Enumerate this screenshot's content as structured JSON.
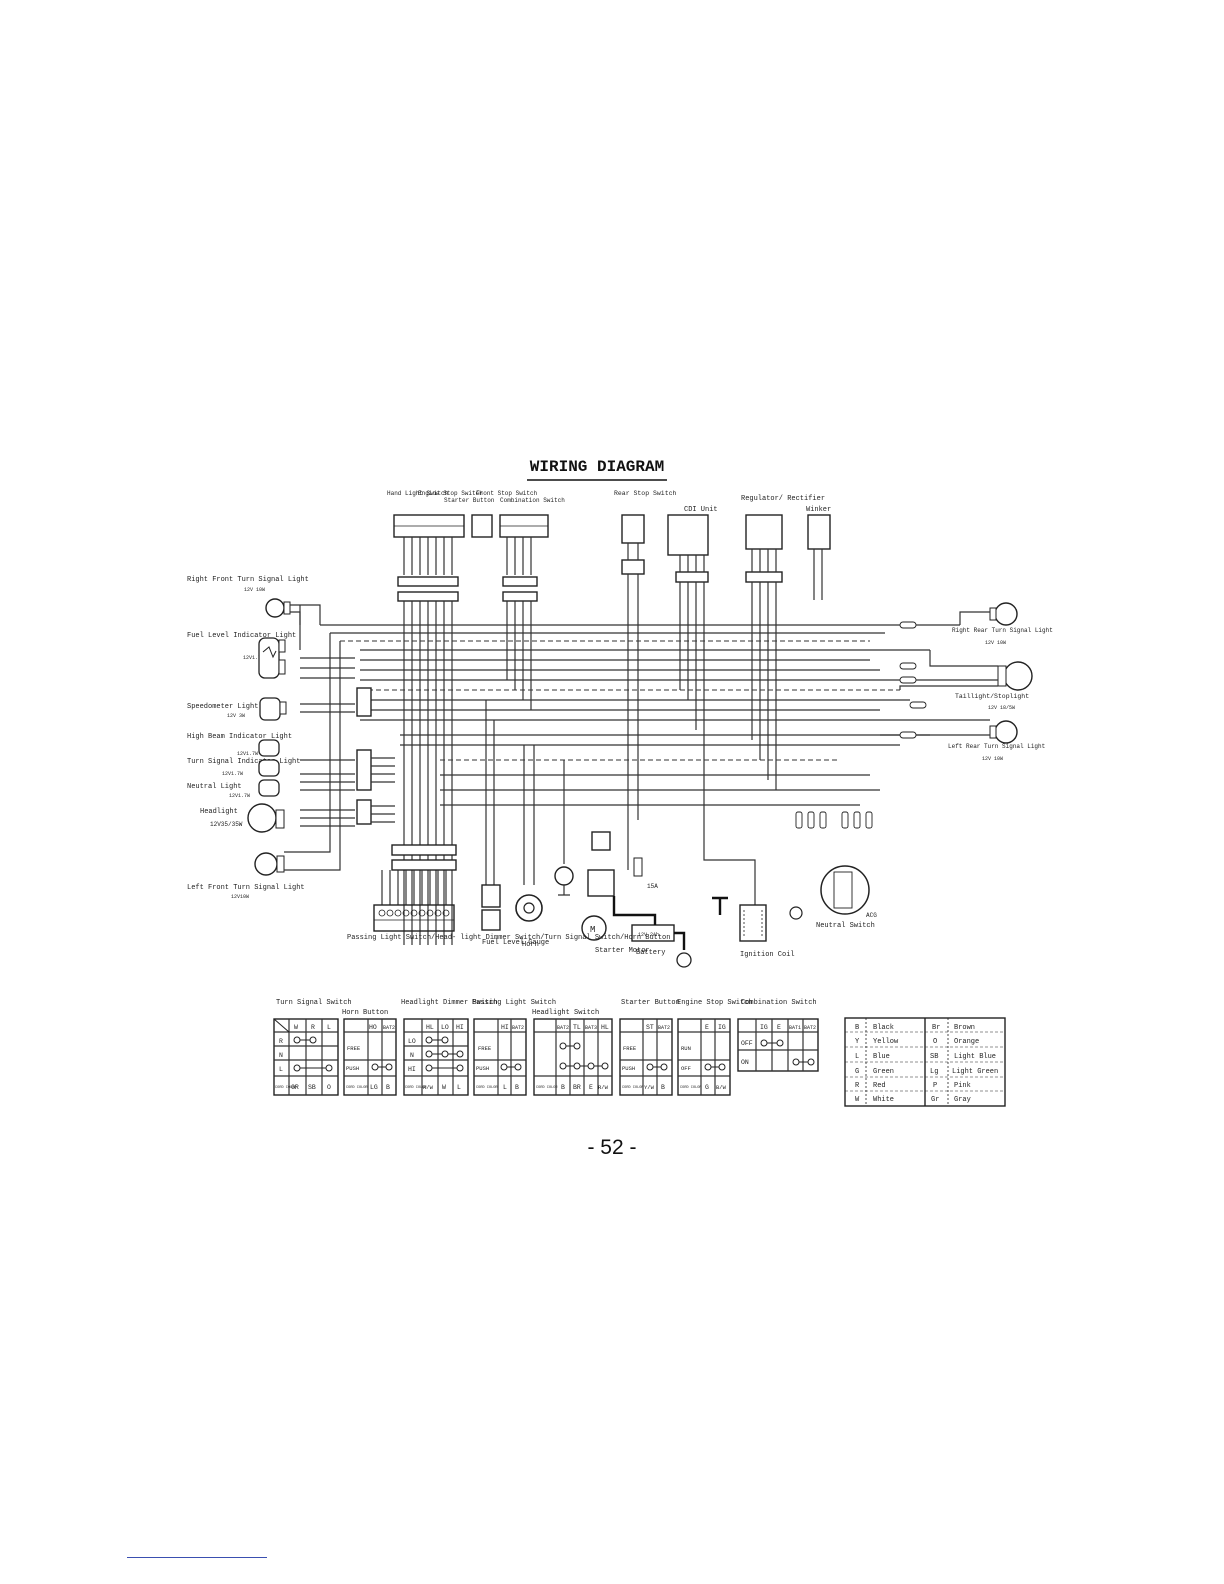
{
  "title": "WIRING DIAGRAM",
  "page_number": "- 52 -",
  "components": {
    "hand_light_switch": "Hand Light Switch",
    "engine_stop_switch": "Engine Stop Switch",
    "starter_button": "Starter Button",
    "front_stop_switch": "Front Stop Switch",
    "combination_switch": "Combination Switch",
    "rear_stop_switch": "Rear Stop Switch",
    "cdi_unit": "CDI Unit",
    "regulator_rectifier": "Regulator/ Rectifier",
    "winker": "Winker",
    "right_front_turn": "Right Front Turn Signal Light",
    "right_front_turn_rating": "12V 10W",
    "fuel_level_indicator": "Fuel Level Indicator Light",
    "fuel_level_indicator_rating": "12V1.7W",
    "speedometer_light": "Speedometer Light",
    "speedometer_light_rating": "12V 3W",
    "high_beam_indicator": "High Beam Indicator Light",
    "high_beam_indicator_rating": "12V1.7W",
    "turn_signal_indicator": "Turn Signal Indicator Light",
    "turn_signal_indicator_rating": "12V1.7W",
    "neutral_light": "Neutral Light",
    "neutral_light_rating": "12V1.7W",
    "headlight": "Headlight",
    "headlight_rating": "12V35/35W",
    "left_front_turn": "Left Front Turn Signal Light",
    "left_front_turn_rating": "12V10W",
    "right_rear_turn": "Right Rear Turn Signal Light",
    "right_rear_turn_rating": "12V 10W",
    "tail_stop_light": "Taillight/Stoplight",
    "tail_stop_light_rating": "12V 18/5W",
    "left_rear_turn": "Left Rear Turn Signal Light",
    "left_rear_turn_rating": "12V 10W",
    "passing_switch_group": "Passing Light Switch/Head- light Dimmer Switch/Turn Signal Switch/Horn Button",
    "fuel_level_gauge": "Fuel Level Gauge",
    "horn": "Horn",
    "starter_motor": "Starter Motor",
    "battery": "Battery",
    "battery_rating": "12V 2Ah",
    "fuse": "15A",
    "ignition_coil": "Ignition Coil",
    "neutral_switch": "Neutral Switch",
    "acg": "ACG",
    "motor_symbol": "M"
  },
  "switch_tables": {
    "turn_signal": {
      "title": "Turn Signal Switch",
      "cols": [
        "W",
        "R",
        "L"
      ],
      "rows": [
        "R",
        "N",
        "L"
      ],
      "color_label": "CORD COLOR",
      "colors": [
        "GR",
        "SB",
        "O"
      ]
    },
    "horn_button": {
      "title": "Horn Button",
      "cols": [
        "HO",
        "BAT2"
      ],
      "rows": [
        "FREE",
        "PUSH"
      ],
      "color_label": "CORD COLOR",
      "colors": [
        "LG",
        "B"
      ]
    },
    "headlight_dimmer": {
      "title": "Headlight Dimmer Switch",
      "cols": [
        "HL",
        "LO",
        "HI"
      ],
      "rows": [
        "LO",
        "N",
        "HI"
      ],
      "color_label": "CORD COLOR",
      "colors": [
        "R/W",
        "W",
        "L"
      ]
    },
    "passing_light": {
      "title": "Passing Light Switch",
      "cols": [
        "HI",
        "BAT2"
      ],
      "rows": [
        "FREE",
        "PUSH"
      ],
      "color_label": "CORD COLOR",
      "colors": [
        "L",
        "B"
      ]
    },
    "headlight_switch": {
      "title": "Headlight Switch",
      "cols": [
        "BAT2",
        "TL",
        "BAT3",
        "HL"
      ],
      "color_label": "CORD COLOR",
      "colors": [
        "B",
        "BR",
        "E",
        "R/W"
      ]
    },
    "starter_button": {
      "title": "Starter Button",
      "cols": [
        "ST",
        "BAT2"
      ],
      "rows": [
        "FREE",
        "PUSH"
      ],
      "color_label": "CORD COLOR",
      "colors": [
        "Y/W",
        "B"
      ]
    },
    "engine_stop": {
      "title": "Engine Stop Switch",
      "cols": [
        "E",
        "IG"
      ],
      "rows": [
        "RUN",
        "OFF"
      ],
      "color_label": "CORD COLOR",
      "colors": [
        "G",
        "B/W"
      ]
    },
    "combination": {
      "title": "Combination Switch",
      "cols": [
        "IG",
        "E",
        "BAT1",
        "BAT2"
      ],
      "rows": [
        "OFF",
        "ON"
      ]
    }
  },
  "color_codes": [
    {
      "code": "B",
      "name": "Black"
    },
    {
      "code": "Y",
      "name": "Yellow"
    },
    {
      "code": "L",
      "name": "Blue"
    },
    {
      "code": "G",
      "name": "Green"
    },
    {
      "code": "R",
      "name": "Red"
    },
    {
      "code": "W",
      "name": "White"
    },
    {
      "code": "Br",
      "name": "Brown"
    },
    {
      "code": "O",
      "name": "Orange"
    },
    {
      "code": "SB",
      "name": "Light Blue"
    },
    {
      "code": "Lg",
      "name": "Light Green"
    },
    {
      "code": "P",
      "name": "Pink"
    },
    {
      "code": "Gr",
      "name": "Gray"
    }
  ]
}
